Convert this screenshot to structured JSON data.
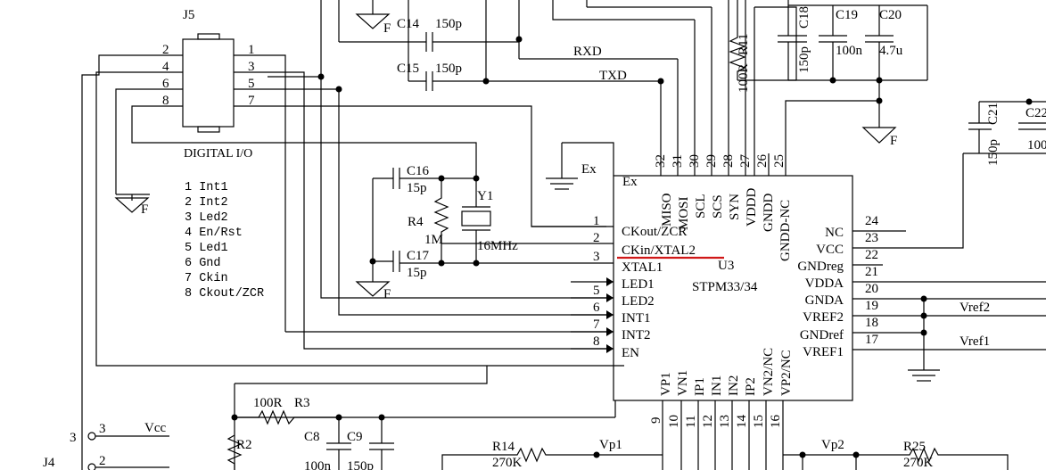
{
  "connector": {
    "ref": "J5",
    "caption": "DIGITAL I/O",
    "left_pins": [
      "2",
      "4",
      "6",
      "8"
    ],
    "right_pins": [
      "1",
      "3",
      "5",
      "7"
    ],
    "legend": [
      "1  Int1",
      "2  Int2",
      "3  Led2",
      "4  En/Rst",
      "5  Led1",
      "6  Gnd",
      "7  Ckin",
      "8  Ckout/ZCR"
    ]
  },
  "chip": {
    "ref": "U3",
    "part": "STPM33/34",
    "ex_net": "Ex",
    "ex_pin": "Ex",
    "top_pins": [
      {
        "num": "32",
        "name": "MISO"
      },
      {
        "num": "31",
        "name": "MOSI"
      },
      {
        "num": "30",
        "name": "SCL"
      },
      {
        "num": "29",
        "name": "SCS"
      },
      {
        "num": "28",
        "name": "SYN"
      },
      {
        "num": "27",
        "name": "VDDD"
      },
      {
        "num": "26",
        "name": "GNDD"
      },
      {
        "num": "25",
        "name": "GNDD-NC"
      }
    ],
    "left_pins": [
      {
        "num": "1",
        "name": "CKout/ZCR"
      },
      {
        "num": "2",
        "name": "CKin/XTAL2"
      },
      {
        "num": "3",
        "name": "XTAL1"
      },
      {
        "num": "5",
        "name": "LED1"
      },
      {
        "num": "6",
        "name": "LED2"
      },
      {
        "num": "7",
        "name": "INT1"
      },
      {
        "num": "8",
        "name": "INT2"
      },
      {
        "num": "",
        "name": "EN"
      }
    ],
    "right_pins": [
      {
        "num": "24",
        "name": "NC"
      },
      {
        "num": "23",
        "name": "VCC"
      },
      {
        "num": "22",
        "name": "GNDreg"
      },
      {
        "num": "21",
        "name": "VDDA"
      },
      {
        "num": "20",
        "name": "GNDA"
      },
      {
        "num": "19",
        "name": "VREF2"
      },
      {
        "num": "18",
        "name": "GNDref"
      },
      {
        "num": "17",
        "name": "VREF1"
      }
    ],
    "bottom_pins": [
      {
        "num": "9",
        "name": "VP1"
      },
      {
        "num": "10",
        "name": "VN1"
      },
      {
        "num": "11",
        "name": "IP1"
      },
      {
        "num": "12",
        "name": "IN1"
      },
      {
        "num": "13",
        "name": "IN2"
      },
      {
        "num": "14",
        "name": "IP2"
      },
      {
        "num": "15",
        "name": "VN2/NC"
      },
      {
        "num": "16",
        "name": "VP2/NC"
      }
    ]
  },
  "components": {
    "c14": {
      "ref": "C14",
      "value": "150p"
    },
    "c15": {
      "ref": "C15",
      "value": "150p"
    },
    "c16": {
      "ref": "C16",
      "value": "15p"
    },
    "c17": {
      "ref": "C17",
      "value": "15p"
    },
    "c18": {
      "ref": "C18",
      "value": "150p"
    },
    "c19": {
      "ref": "C19",
      "value": "100n"
    },
    "c20": {
      "ref": "C20",
      "value": "4.7u"
    },
    "c21": {
      "ref": "C21",
      "value": "150p"
    },
    "c22": {
      "ref": "C22",
      "value": "100"
    },
    "r11": {
      "ref": "R11",
      "value": "100R"
    },
    "r4": {
      "ref": "R4",
      "value": "1M"
    },
    "y1": {
      "ref": "Y1",
      "value": "16MHz"
    },
    "r3": {
      "ref": "R3",
      "value": "100R"
    },
    "r2": {
      "ref": "R2"
    },
    "c8": {
      "ref": "C8",
      "value": "100n"
    },
    "c9": {
      "ref": "C9",
      "value": "150p"
    },
    "r14": {
      "ref": "R14",
      "value": "270K"
    },
    "r25": {
      "ref": "R25",
      "value": "270K"
    },
    "j4": {
      "ref": "J4"
    }
  },
  "nets": {
    "rxd": "RXD",
    "txd": "TXD",
    "vref2": "Vref2",
    "vref1": "Vref1",
    "vp1": "Vp1",
    "vp2": "Vp2",
    "vcc": "Vcc",
    "ground": "F"
  },
  "j4_pins": {
    "pin3_outer": "3",
    "pin3_inner": "3",
    "pin2_inner": "2"
  },
  "highlight_color": "#d01818"
}
